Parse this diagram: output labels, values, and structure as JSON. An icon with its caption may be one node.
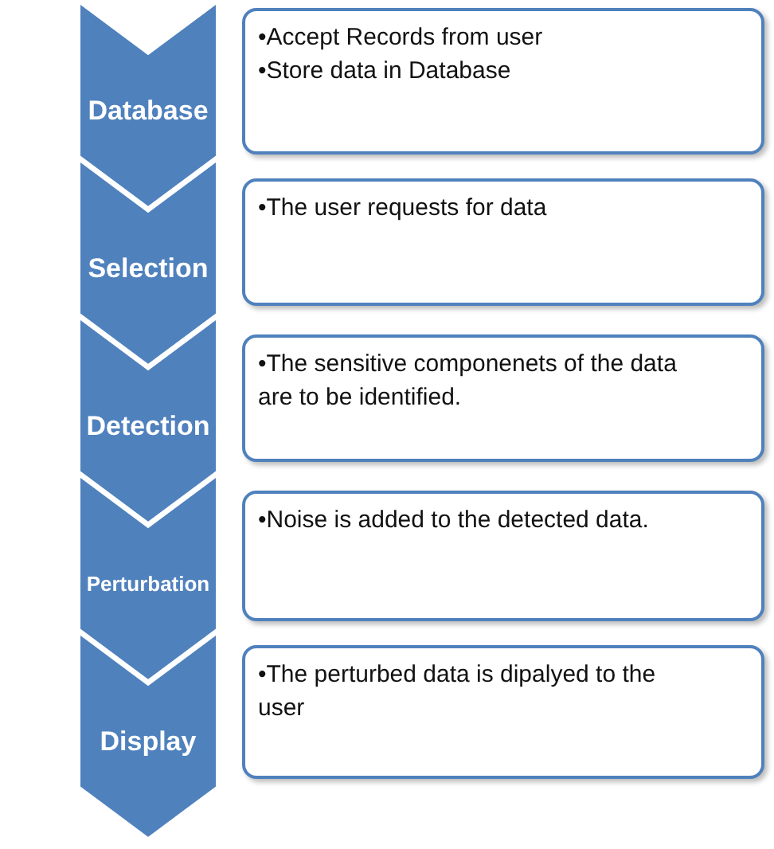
{
  "diagram": {
    "nodes": [
      {
        "text": [
          "Database"
        ]
      },
      {
        "text": [
          "•Accept Records from user",
          "•Store data in Database"
        ]
      },
      {
        "text": [
          "Selection"
        ]
      },
      {
        "text": [
          "•The user requests for data"
        ]
      },
      {
        "text": [
          "Detection"
        ]
      },
      {
        "text": [
          "•The sensitive componenets of the data are to be identified."
        ]
      },
      {
        "text": [
          "Perturbation"
        ]
      },
      {
        "text": [
          "•Noise is added to the detected data."
        ]
      },
      {
        "text": [
          "Display"
        ]
      },
      {
        "text": [
          "•The perturbed data is dipalyed to the user"
        ]
      }
    ]
  }
}
